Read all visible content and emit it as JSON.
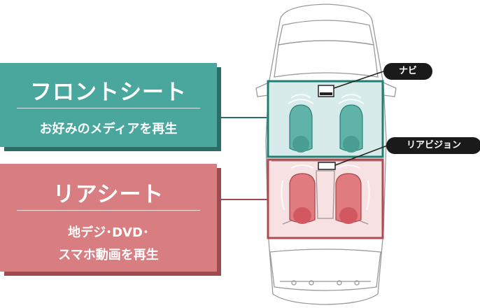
{
  "front_seat": {
    "title": "フロントシート",
    "subtitle": "お好みのメディアを再生",
    "color": "#4aa79e",
    "shadow_color": "#2a6e67"
  },
  "rear_seat": {
    "title": "リアシート",
    "subtitle_line1": "地デジ･DVD･",
    "subtitle_line2": "スマホ動画を再生",
    "color": "#d87d80",
    "shadow_color": "#a04a4f"
  },
  "callouts": {
    "navi": "ナビ",
    "rear_vision": "リアビジョン"
  }
}
